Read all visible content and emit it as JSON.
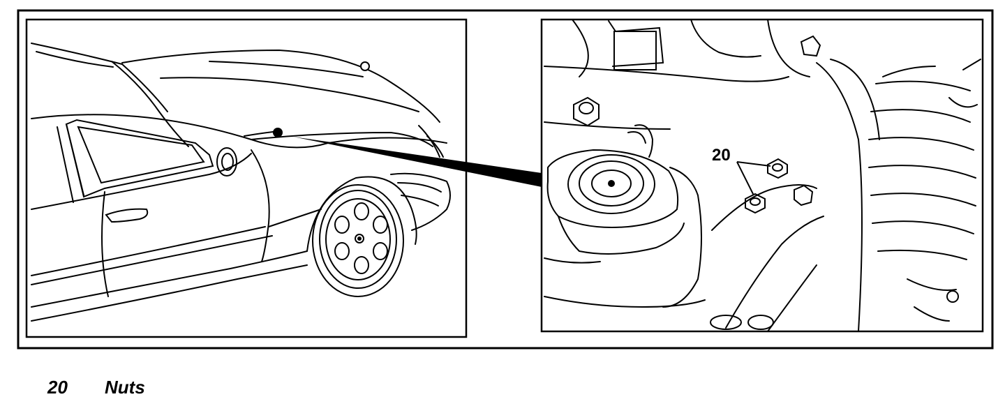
{
  "figure": {
    "callout": {
      "number": "20"
    },
    "legend": [
      {
        "number": "20",
        "label": "Nuts"
      }
    ]
  }
}
